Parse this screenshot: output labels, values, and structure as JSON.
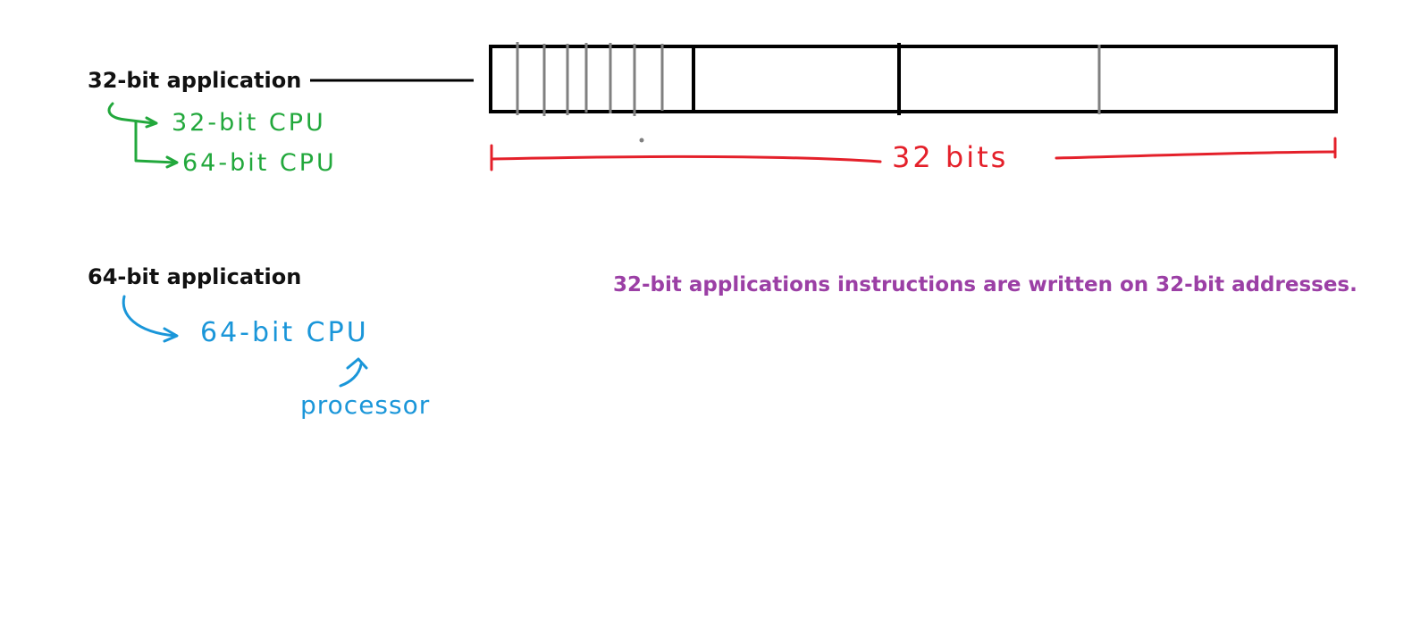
{
  "labels": {
    "app32": "32-bit application",
    "app64": "64-bit application"
  },
  "annotations": {
    "cpu32": "32-bit CPU",
    "cpu64_green": "64-bit CPU",
    "cpu64_blue": "64-bit CPU",
    "processor": "processor",
    "bits": "32 bits"
  },
  "note": "32-bit applications instructions are written on 32-bit addresses.",
  "colors": {
    "text": "#111111",
    "green": "#22a83c",
    "red": "#e4202a",
    "blue": "#1a96d9",
    "purple": "#9b3fa5",
    "gray": "#808080",
    "black": "#000000"
  }
}
